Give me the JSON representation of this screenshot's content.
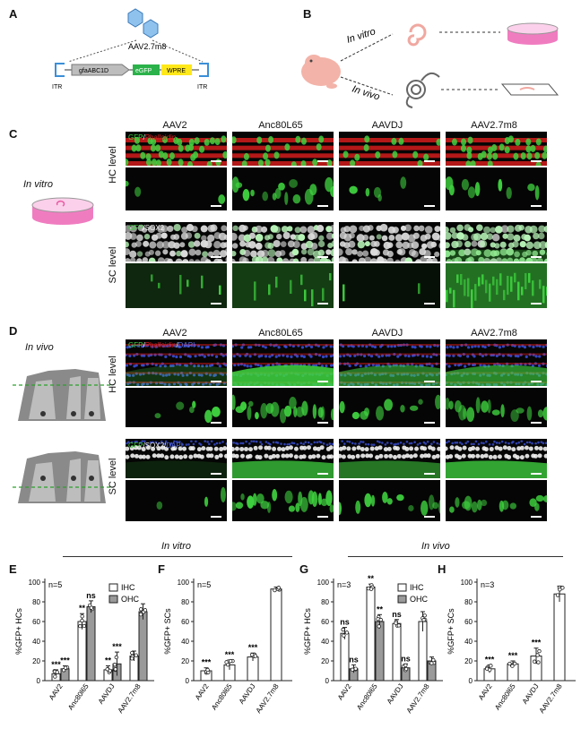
{
  "panels": {
    "a": "A",
    "b": "B",
    "c": "C",
    "d": "D",
    "e": "E",
    "f": "F",
    "g": "G",
    "h": "H"
  },
  "construct": {
    "vector": "AAV2.7m8",
    "itr_left": "ITR",
    "promoter": "gfaABC1D",
    "reporter": "eGFP",
    "element": "WPRE",
    "itr_right": "ITR"
  },
  "schematic_b": {
    "in_vitro": "In vitro",
    "in_vivo": "In vivo"
  },
  "panel_c": {
    "condition": "In vitro",
    "columns": [
      "AAV2",
      "Anc80L65",
      "AAVDJ",
      "AAV2.7m8"
    ],
    "row_hc": "HC level",
    "row_sc": "SC level",
    "stain_hc_gfp": "GFP",
    "stain_hc_sep": "/",
    "stain_hc_phal": "Phalloidin",
    "stain_sc_gfp": "GFP",
    "stain_sc_sep": "/",
    "stain_sc_sox": "SOX2"
  },
  "panel_d": {
    "condition": "In vivo",
    "columns": [
      "AAV2",
      "Anc80L65",
      "AAVDJ",
      "AAV2.7m8"
    ],
    "row_hc": "HC level",
    "row_sc": "SC level",
    "stain_hc_gfp": "GFP",
    "stain_hc_sep1": "/",
    "stain_hc_phal": "Phalloidin",
    "stain_hc_sep2": "/",
    "stain_hc_dapi": "DAPI",
    "stain_sc_gfp": "GFP",
    "stain_sc_sep1": "/",
    "stain_sc_sox": "SOX2",
    "stain_sc_sep2": "/",
    "stain_sc_dapi": "DAPI"
  },
  "group_headers": {
    "in_vitro": "In vitro",
    "in_vivo": "In vivo"
  },
  "colors": {
    "gfp": "#3fd23f",
    "phalloidin": "#d41c1c",
    "sox2": "#e8e8e8",
    "dapi": "#3a4fd6",
    "dish": "#f07cc0",
    "ihc": "#ffffff",
    "ohc": "#9a9a9a"
  },
  "chart_data": [
    {
      "id": "E",
      "type": "bar",
      "ylabel": "%GFP+ HCs",
      "ylim": [
        0,
        100
      ],
      "yticks": [
        0,
        20,
        40,
        60,
        80,
        100
      ],
      "n_label": "n=5",
      "categories": [
        "AAV2",
        "Anc80l65",
        "AAVDJ",
        "AAV2.7m8"
      ],
      "legend": [
        "IHC",
        "OHC"
      ],
      "series": [
        {
          "name": "IHC",
          "values": [
            7,
            60,
            11,
            25
          ],
          "errors": [
            4,
            8,
            4,
            5
          ],
          "sig": [
            "***",
            "**",
            "**",
            ""
          ]
        },
        {
          "name": "OHC",
          "values": [
            12,
            75,
            17,
            70
          ],
          "errors": [
            3,
            6,
            12,
            8
          ],
          "sig": [
            "***",
            "ns",
            "***",
            ""
          ]
        }
      ]
    },
    {
      "id": "F",
      "type": "bar",
      "ylabel": "%GFP+ SCs",
      "ylim": [
        0,
        100
      ],
      "yticks": [
        0,
        20,
        40,
        60,
        80,
        100
      ],
      "n_label": "n=5",
      "categories": [
        "AAV2",
        "Anc80l65",
        "AAVDJ",
        "AAV2.7m8"
      ],
      "series": [
        {
          "name": "",
          "values": [
            10,
            16,
            24,
            93
          ],
          "errors": [
            3,
            5,
            4,
            2
          ],
          "sig": [
            "***",
            "***",
            "***",
            ""
          ]
        }
      ]
    },
    {
      "id": "G",
      "type": "bar",
      "ylabel": "%GFP+ HCs",
      "ylim": [
        0,
        100
      ],
      "yticks": [
        0,
        20,
        40,
        60,
        80,
        100
      ],
      "n_label": "n=3",
      "categories": [
        "AAV2",
        "Anc80l65",
        "AAVDJ",
        "AAV2.7m8"
      ],
      "legend": [
        "IHC",
        "OHC"
      ],
      "series": [
        {
          "name": "IHC",
          "values": [
            48,
            95,
            58,
            60
          ],
          "errors": [
            6,
            3,
            4,
            10
          ],
          "sig": [
            "ns",
            "**",
            "ns",
            ""
          ]
        },
        {
          "name": "OHC",
          "values": [
            12,
            60,
            13,
            20
          ],
          "errors": [
            4,
            7,
            4,
            4
          ],
          "sig": [
            "ns",
            "**",
            "ns",
            ""
          ]
        }
      ]
    },
    {
      "id": "H",
      "type": "bar",
      "ylabel": "%GFP+ SCs",
      "ylim": [
        0,
        100
      ],
      "yticks": [
        0,
        20,
        40,
        60,
        80,
        100
      ],
      "n_label": "n=3",
      "categories": [
        "AAV2",
        "Anc80l65",
        "AAVDJ",
        "AAV2.7m8"
      ],
      "series": [
        {
          "name": "",
          "values": [
            12,
            17,
            25,
            88
          ],
          "errors": [
            4,
            3,
            8,
            8
          ],
          "sig": [
            "***",
            "***",
            "***",
            ""
          ]
        }
      ]
    }
  ]
}
